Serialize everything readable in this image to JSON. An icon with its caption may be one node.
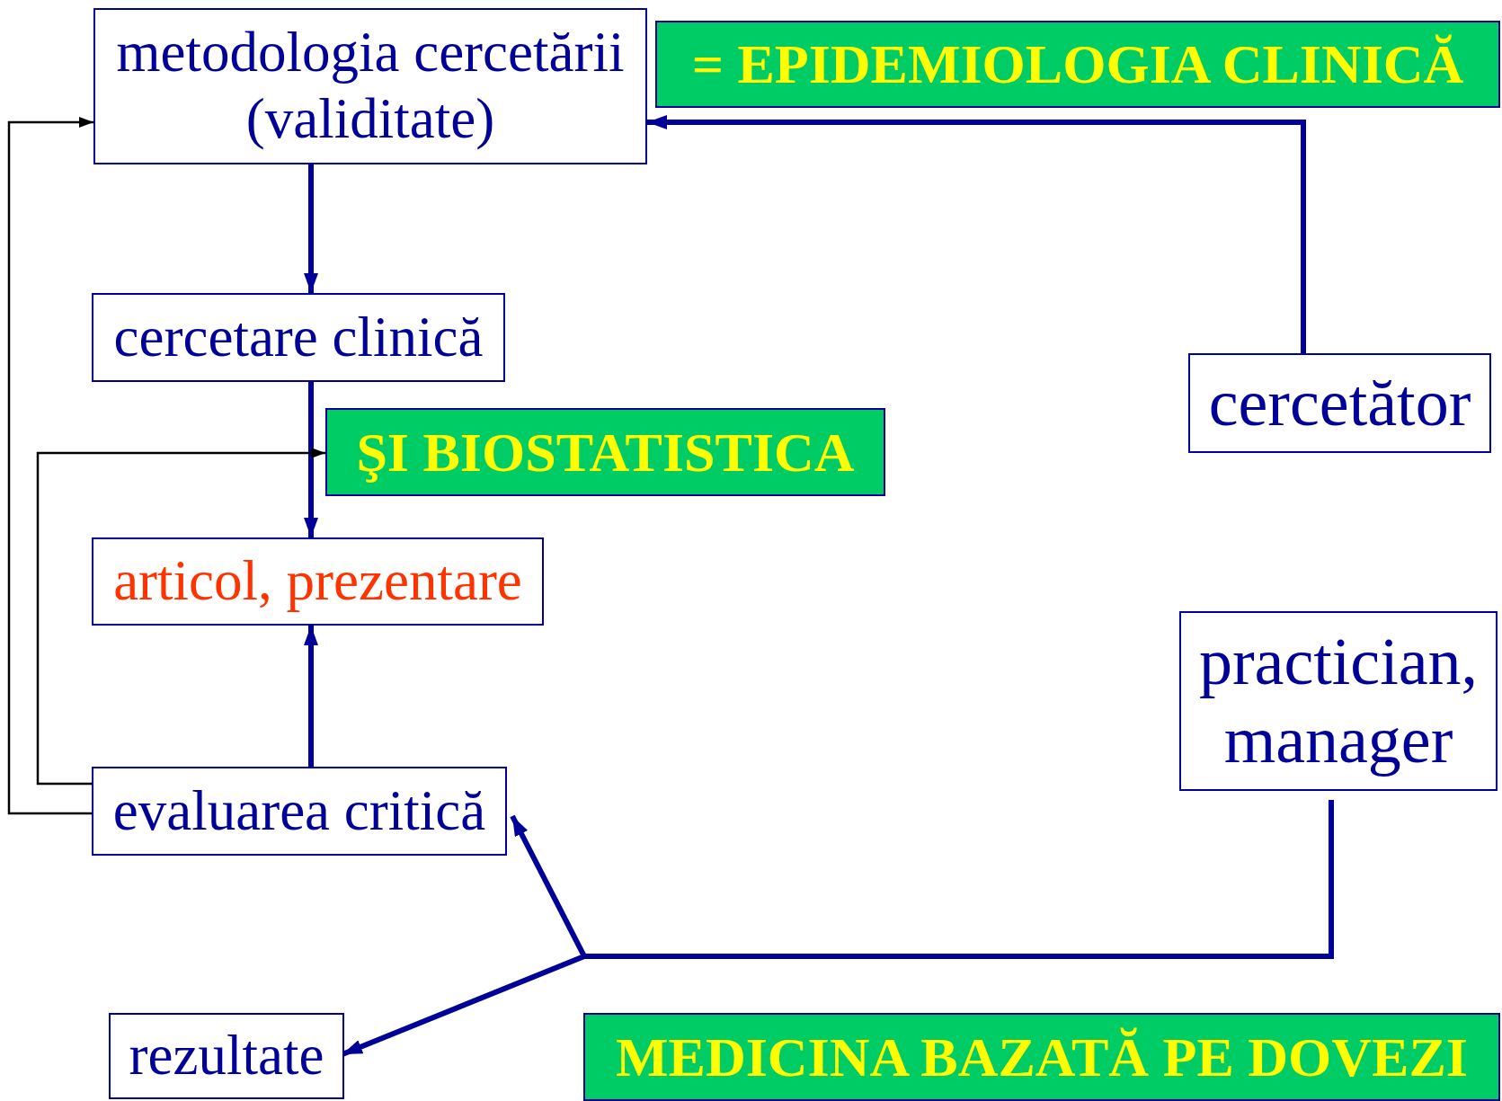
{
  "diagram": {
    "nodes": [
      {
        "text": [
          "metodologia cercetării (validitate)"
        ]
      },
      {
        "text": [
          "= EPIDEMIOLOGIA CLINICĂ"
        ]
      },
      {
        "text": [
          "cercetare clinică"
        ]
      },
      {
        "text": [
          "ŞI BIOSTATISTICA"
        ]
      },
      {
        "text": [
          "articol, prezentare"
        ]
      },
      {
        "text": [
          "cercetător"
        ]
      },
      {
        "text": [
          "practician, manager"
        ]
      },
      {
        "text": [
          "evaluarea critică"
        ]
      },
      {
        "text": [
          "rezultate"
        ]
      },
      {
        "text": [
          "MEDICINA BAZATĂ PE DOVEZI"
        ]
      }
    ],
    "edges": [
      {
        "from": 0,
        "to": 2,
        "arrow": "to"
      },
      {
        "from": 2,
        "to": 4,
        "arrow": "to"
      },
      {
        "from": 7,
        "to": 4,
        "arrow": "to"
      },
      {
        "from": 5,
        "to": 0,
        "arrow": "to"
      },
      {
        "from": 6,
        "to": 7,
        "arrow": "to"
      },
      {
        "from": 6,
        "to": 8,
        "arrow": "to"
      },
      {
        "from": 7,
        "to": 0,
        "arrow": "to",
        "color": "#000000"
      },
      {
        "from": 7,
        "to": 3,
        "arrow": "to",
        "color": "#000000"
      }
    ]
  }
}
